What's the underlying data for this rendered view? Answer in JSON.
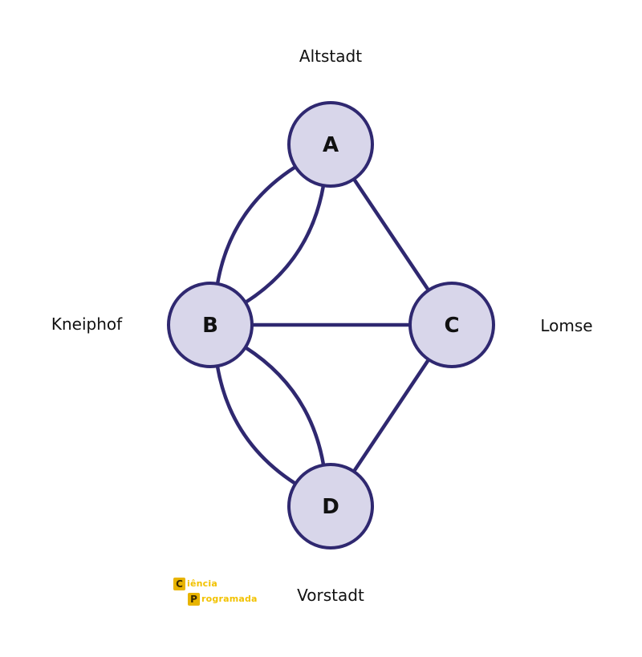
{
  "colors": {
    "node_fill": "#d8d6ea",
    "node_stroke": "#2f2870",
    "edge_stroke": "#2f2870",
    "text": "#111111",
    "logo_yellow": "#f2c200",
    "logo_box": "#e8b400"
  },
  "nodes": [
    {
      "id": "A",
      "label": "A"
    },
    {
      "id": "B",
      "label": "B"
    },
    {
      "id": "C",
      "label": "C"
    },
    {
      "id": "D",
      "label": "D"
    }
  ],
  "edges": [
    {
      "from": "A",
      "to": "B",
      "kind": "curve-outer"
    },
    {
      "from": "A",
      "to": "B",
      "kind": "curve-inner"
    },
    {
      "from": "A",
      "to": "C",
      "kind": "straight"
    },
    {
      "from": "B",
      "to": "C",
      "kind": "straight"
    },
    {
      "from": "B",
      "to": "D",
      "kind": "curve-outer"
    },
    {
      "from": "B",
      "to": "D",
      "kind": "curve-inner"
    },
    {
      "from": "C",
      "to": "D",
      "kind": "straight"
    }
  ],
  "regions": {
    "north": "Altstadt",
    "west": "Kneiphof",
    "east": "Lomse",
    "south": "Vorstadt"
  },
  "logo": {
    "line1_letter": "C",
    "line1_rest": "iência",
    "line2_letter": "P",
    "line2_rest": "rogramada"
  }
}
